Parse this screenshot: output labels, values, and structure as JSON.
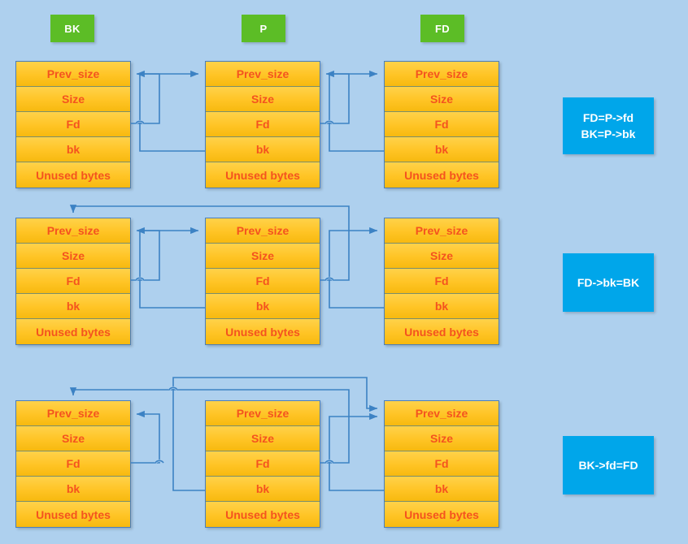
{
  "diagram": {
    "title": "glibc unlink macro chunk pointer rewiring",
    "background_color": "#aed0ee",
    "chunk_fill_color": "#ffc425",
    "chunk_text_color": "#f4531f",
    "pointer_label_color": "#5cbd26",
    "note_color": "#00a6ea",
    "arrow_color": "#3c82c4"
  },
  "pointer_labels": [
    {
      "name": "bk-label",
      "text": "BK"
    },
    {
      "name": "p-label",
      "text": "P"
    },
    {
      "name": "fd-label",
      "text": "FD"
    }
  ],
  "chunk_fields": {
    "prev_size": "Prev_size",
    "size": "Size",
    "fd": "Fd",
    "bk": "bk",
    "unused": "Unused bytes"
  },
  "rows": [
    {
      "id": "row-1",
      "note": "FD=P->fd\nBK=P->bk",
      "note_lines": [
        "FD=P->fd",
        "BK=P->bk"
      ],
      "chunks": [
        {
          "label": "BK",
          "cells": [
            "Prev_size",
            "Size",
            "Fd",
            "bk",
            "Unused bytes"
          ]
        },
        {
          "label": "P",
          "cells": [
            "Prev_size",
            "Size",
            "Fd",
            "bk",
            "Unused bytes"
          ]
        },
        {
          "label": "FD",
          "cells": [
            "Prev_size",
            "Size",
            "Fd",
            "bk",
            "Unused bytes"
          ]
        }
      ]
    },
    {
      "id": "row-2",
      "note": "FD->bk=BK",
      "note_lines": [
        "FD->bk=BK"
      ],
      "chunks": [
        {
          "label": "BK",
          "cells": [
            "Prev_size",
            "Size",
            "Fd",
            "bk",
            "Unused bytes"
          ]
        },
        {
          "label": "P",
          "cells": [
            "Prev_size",
            "Size",
            "Fd",
            "bk",
            "Unused bytes"
          ]
        },
        {
          "label": "FD",
          "cells": [
            "Prev_size",
            "Size",
            "Fd",
            "bk",
            "Unused bytes"
          ]
        }
      ]
    },
    {
      "id": "row-3",
      "note": "BK->fd=FD",
      "note_lines": [
        "BK->fd=FD"
      ],
      "chunks": [
        {
          "label": "BK",
          "cells": [
            "Prev_size",
            "Size",
            "Fd",
            "bk",
            "Unused bytes"
          ]
        },
        {
          "label": "P",
          "cells": [
            "Prev_size",
            "Size",
            "Fd",
            "bk",
            "Unused bytes"
          ]
        },
        {
          "label": "FD",
          "cells": [
            "Prev_size",
            "Size",
            "Fd",
            "bk",
            "Unused bytes"
          ]
        }
      ]
    }
  ]
}
